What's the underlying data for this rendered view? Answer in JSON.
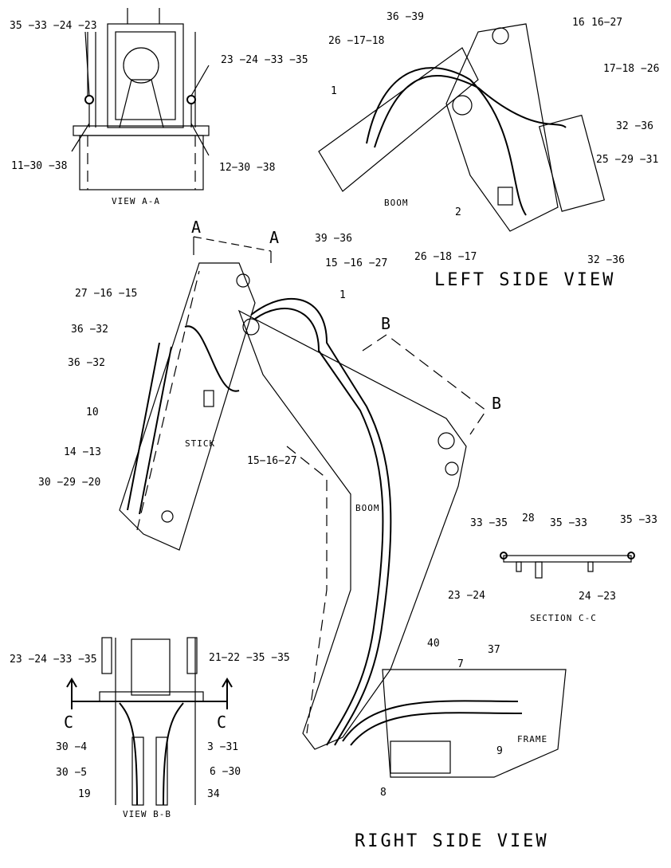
{
  "titles": {
    "left_side_view": "LEFT SIDE VIEW",
    "right_side_view": "RIGHT SIDE VIEW",
    "view_aa": "VIEW A-A",
    "view_bb": "VIEW B-B",
    "section_cc": "SECTION C-C"
  },
  "section_markers": {
    "a_left": "A",
    "a_right": "A",
    "b_top": "B",
    "b_right": "B",
    "c_left": "C",
    "c_right": "C"
  },
  "component_labels": {
    "boom_left": "BOOM",
    "boom_right": "BOOM",
    "stick": "STICK",
    "frame": "FRAME"
  },
  "callouts": {
    "aa_tl": "35 −33 −24 −23",
    "aa_tr": "23  −24 −33 −35",
    "aa_bl": "11−30 −38",
    "aa_br": "12−30 −38",
    "ls_1": "1",
    "ls_36_39": "36  −39",
    "ls_16": "16",
    "ls_16_27": "16−27",
    "ls_26_17_18": "26 −17−18",
    "ls_17_18_26": "17−18 −26",
    "ls_32_36_a": "32 −36",
    "ls_25_29_31": "25  −29 −31",
    "ls_2": "2",
    "ls_26_18_17": "26 −18 −17",
    "ls_32_36_b": "32 −36",
    "rs_39_36": "39 −36",
    "rs_15_16_27_a": "15 −16 −27",
    "rs_1": "1",
    "rs_27_16_15": "27 −16 −15",
    "rs_36_32_a": "36  −32",
    "rs_36_32_b": "36 −32",
    "rs_10": "10",
    "rs_14_13": "14 −13",
    "rs_30_29_20": "30 −29 −20",
    "rs_15_16_27_b": "15−16−27",
    "cc_33_35": "33  −35",
    "cc_28": "28",
    "cc_35_33_a": "35  −33",
    "cc_35_33_b": "35 −33",
    "cc_23_24": "23  −24",
    "cc_24_23": "24 −23",
    "bb_23_24_33_35": "23  −24 −33 −35",
    "bb_21_22_35_35": "21−22 −35  −35",
    "bb_30_4": "30  −4",
    "bb_30_5": "30  −5",
    "bb_3_31": "3 −31",
    "bb_6_30": "6 −30",
    "bb_19": "19",
    "bb_34": "34",
    "fr_40": "40",
    "fr_7": "7",
    "fr_37": "37",
    "fr_9": "9",
    "fr_8": "8"
  }
}
